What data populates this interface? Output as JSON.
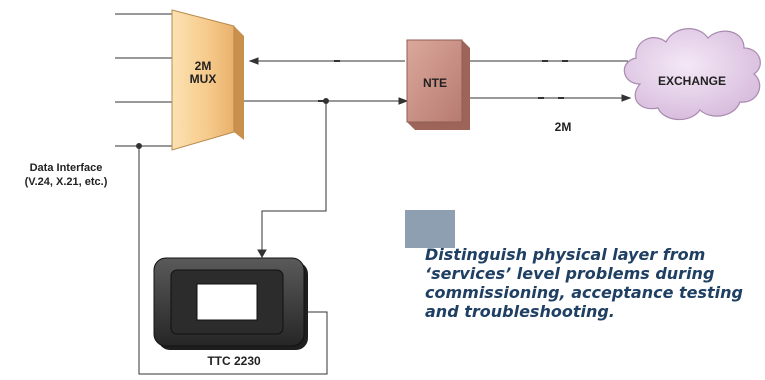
{
  "colors": {
    "mux_fill": "#f8d28f",
    "nte_fill": "#c98e83",
    "cloud_fill": "#e2cde6",
    "device_body": "#3b3b3b",
    "line": "#333333",
    "tagline_text": "#1f3f63",
    "tagline_box": "#8e9fb1"
  },
  "mux": {
    "line1": "2M",
    "line2": "MUX"
  },
  "nte": {
    "label": "NTE"
  },
  "exchange": {
    "label": "EXCHANGE"
  },
  "link": {
    "label": "2M"
  },
  "data_interface": {
    "line1": "Data Interface",
    "line2": "(V.24, X.21, etc.)"
  },
  "device": {
    "label": "TTC 2230"
  },
  "tagline": {
    "line1": "Distinguish physical layer from",
    "line2": "‘services’ level problems during",
    "line3": "commissioning, acceptance testing",
    "line4": "and troubleshooting."
  }
}
